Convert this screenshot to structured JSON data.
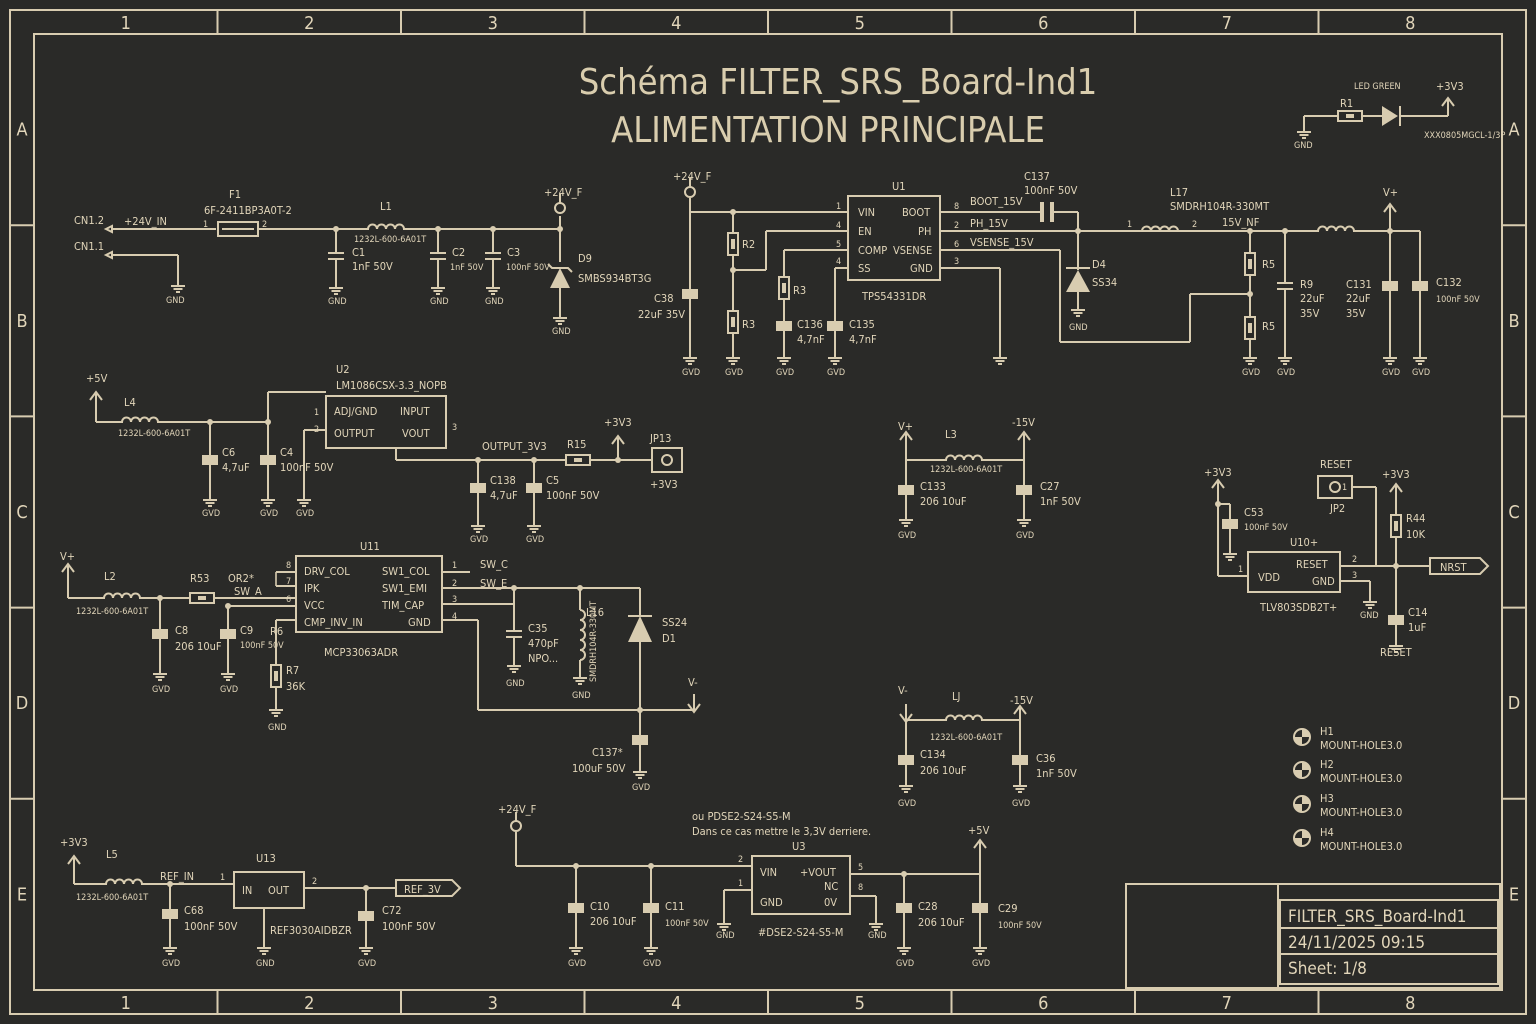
{
  "title": {
    "line1": "Schéma FILTER_SRS_Board-Ind1",
    "line2": "ALIMENTATION PRINCIPALE"
  },
  "frame": {
    "cols": [
      "1",
      "2",
      "3",
      "4",
      "5",
      "6",
      "7",
      "8"
    ],
    "rows": [
      "A",
      "B",
      "C",
      "D",
      "E"
    ]
  },
  "titleblock": {
    "name": "FILTER_SRS_Board-Ind1",
    "date": "24/11/2025  09:15",
    "sheet": "Sheet: 1/8"
  },
  "nets": {
    "v24in": "+24V_IN",
    "v24f": "+24V_F",
    "v5": "+5V",
    "v33": "+3V3",
    "vplus": "V+",
    "vminus": "V-",
    "m15": "-15V",
    "gnd": "GND",
    "gvd": "GVD",
    "out33": "OUTPUT_3V3",
    "boot": "BOOT_15V",
    "ph": "PH_15V",
    "vsense": "VSENSE_15V",
    "nf": "15V_NF",
    "swc": "SW_C",
    "swe": "SW_E",
    "swa": "SW_A",
    "refin": "REF_IN",
    "ref3v": "REF_3V",
    "nrst": "NRST",
    "reset": "RESET"
  },
  "parts": {
    "cn12": "CN1.2",
    "cn11": "CN1.1",
    "f1": "F1",
    "f1v": "6F-2411BP3A0T-2",
    "l1": "L1",
    "lv": "1232L-600-6A01T",
    "c1": "C1",
    "c1v": "1nF 50V",
    "c2": "C2",
    "c2v": "1nF 50V",
    "c3": "C3",
    "c3v": "100nF 50V",
    "d9": "D9",
    "d9v": "SMBS934BT3G",
    "u1": "U1",
    "u1v": "TPS54331DR",
    "u1pins": {
      "vin": "VIN",
      "en": "EN",
      "comp": "COMP",
      "ss": "SS",
      "boot": "BOOT",
      "ph": "PH",
      "vsense": "VSENSE",
      "gnd": "GND"
    },
    "c38": "C38",
    "c38v": "22uF 35V",
    "r2": "R2",
    "r3": "R3",
    "c136": "C136",
    "c136v": "4,7nF",
    "c135": "C135",
    "c135v": "4,7nF",
    "c137": "C137",
    "c137v": "100nF 50V",
    "d4": "D4",
    "d4v": "SS34",
    "l17": "L17",
    "l17v": "SMDRH104R-330MT",
    "r5": "R5",
    "r9": "R9",
    "r9v": "22uF",
    "r9v2": "35V",
    "c131": "C131",
    "c131v": "22uF",
    "c131v2": "35V",
    "c132": "C132",
    "c132v": "100nF 50V",
    "r1": "R1",
    "led": "LED GREEN",
    "ledv": "XXX0805MGCL-1/3P",
    "u2": "U2",
    "u2v": "LM1086CSX-3.3_NOPB",
    "u2pins": {
      "adj": "ADJ/GND",
      "output": "OUTPUT",
      "input": "INPUT",
      "vout": "VOUT"
    },
    "l4": "L4",
    "c6": "C6",
    "c6v": "4,7uF",
    "c4": "C4",
    "c4v": "100nF 50V",
    "c138": "C138",
    "c138v": "4,7uF",
    "c5": "C5",
    "c5v": "100nF 50V",
    "r15": "R15",
    "jp13": "JP13",
    "l3": "L3",
    "c133": "C133",
    "c133v": "206 10uF",
    "c27": "C27",
    "c27v": "1nF 50V",
    "c53": "C53",
    "c53v": "100nF 50V",
    "u10": "U10+",
    "u10v": "TLV803SDB2T+",
    "u10pins": {
      "vdd": "VDD",
      "reset": "RESET",
      "gnd": "GND"
    },
    "jp2": "JP2",
    "r44": "R44",
    "r44v": "10K",
    "c14": "C14",
    "c14v": "1uF",
    "u11": "U11",
    "u11v": "MCP33063ADR",
    "u11pins": {
      "drv": "DRV_COL",
      "ipk": "IPK",
      "vcc": "VCC",
      "cmp": "CMP_INV_IN",
      "sw1c": "SW1_COL",
      "sw1e": "SW1_EMI",
      "tim": "TIM_CAP",
      "gnd": "GND"
    },
    "l2": "L2",
    "r53": "R53",
    "or2": "OR2*",
    "c8": "C8",
    "c8v": "206 10uF",
    "c9": "C9",
    "c9v": "100nF 50V",
    "r6": "R6",
    "r7": "R7",
    "r7v": "36K",
    "c35": "C35",
    "c35v": "470pF",
    "c35v2": "NPO...",
    "l16": "L16",
    "l16v": "SMDRH104R-330MT",
    "d1": "D1",
    "d1v": "SS24",
    "c137b": "C137*",
    "c137bv": "100uF 50V",
    "lj": "LJ",
    "c134": "C134",
    "c134v": "206 10uF",
    "c36": "C36",
    "c36v": "1nF 50V",
    "h1": "H1",
    "h2": "H2",
    "h3": "H3",
    "h4": "H4",
    "hv": "MOUNT-HOLE3.0",
    "l5": "L5",
    "u13": "U13",
    "u13v": "REF3030AIDBZR",
    "u13pins": {
      "in": "IN",
      "out": "OUT"
    },
    "c68": "C68",
    "c68v": "100nF 50V",
    "c72": "C72",
    "c72v": "100nF 50V",
    "u3": "U3",
    "u3v": "#DSE2-S24-S5-M",
    "u3pins": {
      "vin": "VIN",
      "vout": "+VOUT",
      "nc": "NC",
      "gnd": "GND",
      "ov": "0V"
    },
    "u3note1": "ou PDSE2-S24-S5-M",
    "u3note2": "Dans ce cas mettre le 3,3V derriere.",
    "c10": "C10",
    "c10v": "206 10uF",
    "c11": "C11",
    "c11v": "100nF 50V",
    "c28": "C28",
    "c28v": "206 10uF",
    "c29": "C29",
    "c29v": "100nF 50V"
  },
  "colors": {
    "background": "#2a2a28",
    "ink": "#d8ccb0"
  }
}
